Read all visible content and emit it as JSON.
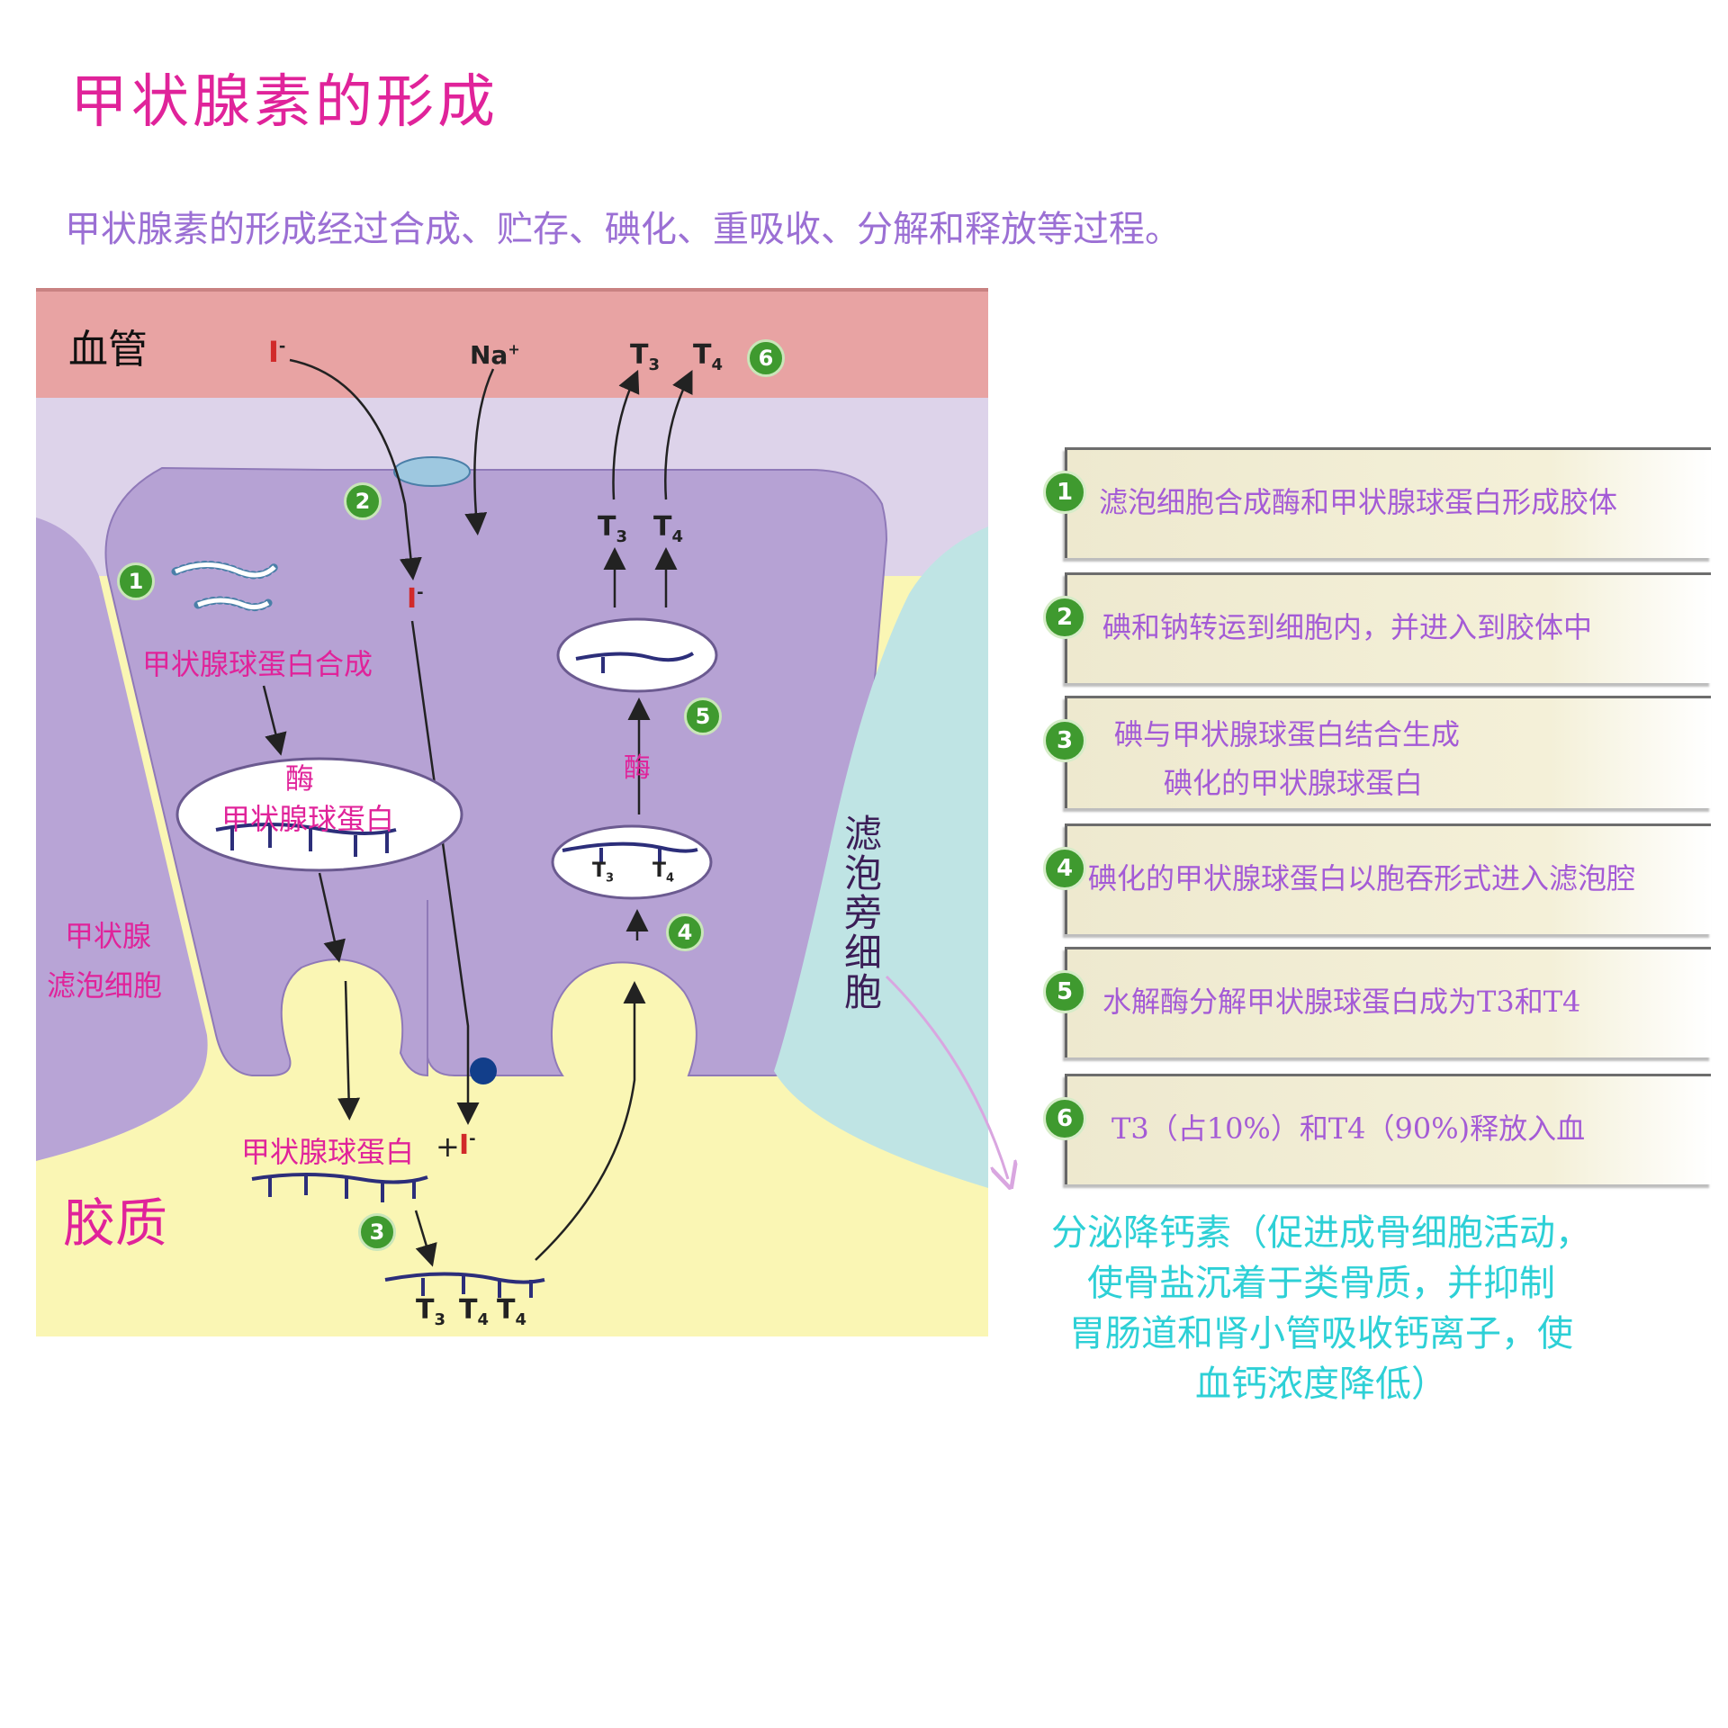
{
  "title": "甲状腺素的形成",
  "subtitle": "甲状腺素的形成经过合成、贮存、碘化、重吸收、分解和释放等过程。",
  "diagram": {
    "blood_vessel_label": "血管",
    "colloid_label": "胶质",
    "follicular_cell_label_1": "甲状腺",
    "follicular_cell_label_2": "滤泡细胞",
    "parafollicular_label": "滤泡旁细胞",
    "thyroglobulin_synthesis_label": "甲状腺球蛋白合成",
    "enzyme_label": "酶",
    "thyroglobulin_label": "甲状腺球蛋白",
    "enzyme_label_2": "酶",
    "colloid_thyroglobulin_label": "甲状腺球蛋白",
    "iodide": "I",
    "iodide_charge": "-",
    "sodium": "Na",
    "sodium_charge": "+",
    "t3": "T",
    "t3_sub": "3",
    "t4": "T",
    "t4_sub": "4",
    "plus": "+",
    "badges": [
      "1",
      "2",
      "3",
      "4",
      "5",
      "6"
    ]
  },
  "steps": [
    {
      "num": "1",
      "text": "滤泡细胞合成酶和甲状腺球蛋白形成胶体"
    },
    {
      "num": "2",
      "text": "碘和钠转运到细胞内，并进入到胶体中"
    },
    {
      "num": "3",
      "text": "碘与甲状腺球蛋白结合生成",
      "text2": "碘化的甲状腺球蛋白"
    },
    {
      "num": "4",
      "text": "碘化的甲状腺球蛋白以胞吞形式进入滤泡腔"
    },
    {
      "num": "5",
      "text": "水解酶分解甲状腺球蛋白成为T3和T4"
    },
    {
      "num": "6",
      "text": "T3（占10%）和T4（90%)释放入血"
    }
  ],
  "calcitonin": {
    "line1": "分泌降钙素（促进成骨细胞活动，",
    "line2": "使骨盐沉着于类骨质，并抑制",
    "line3": "胃肠道和肾小管吸收钙离子，使",
    "line4": "血钙浓度降低）"
  },
  "colors": {
    "title": "#e0239a",
    "subtitle": "#9b6fd4",
    "step_text": "#a45bd6",
    "calcitonin": "#2dd0d6",
    "badge": "#3f9a2f"
  }
}
